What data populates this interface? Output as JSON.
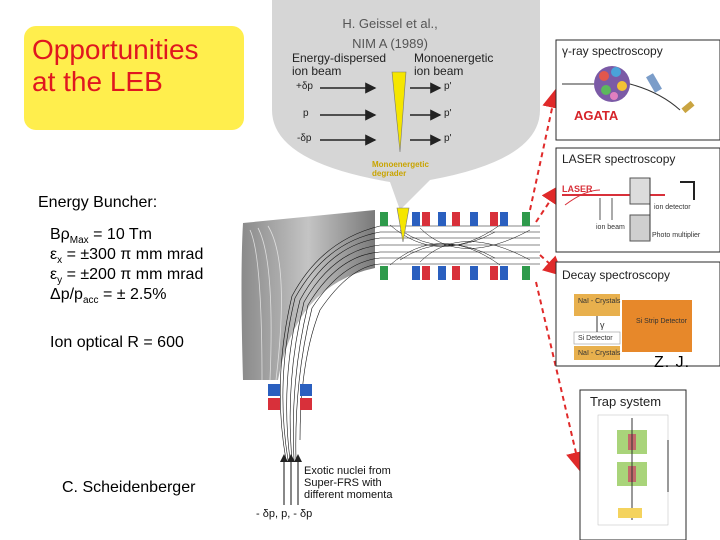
{
  "title": {
    "line1": "Opportunities",
    "line2": "at the LEB"
  },
  "reference": {
    "line1": "H. Geissel et al.,",
    "line2": "NIM A (1989)"
  },
  "bubble": {
    "left_heading_1": "Energy-dispersed",
    "left_heading_2": "ion beam",
    "right_heading_1": "Monoenergetic",
    "right_heading_2": "ion beam",
    "beam_plus": "+δp",
    "beam_zero": "p",
    "beam_minus": "-δp",
    "out_plus": "p'",
    "out_zero": "p'",
    "out_minus": "p'",
    "degrader_1": "Monoenergetic",
    "degrader_2": "degrader"
  },
  "buncher": {
    "heading": "Energy Buncher:",
    "params": [
      {
        "sym": "Bρ",
        "sub": "Max",
        "rest": " = 10 Tm"
      },
      {
        "sym": "ε",
        "sub": "x",
        "rest": " = ±300 π mm mrad"
      },
      {
        "sym": "ε",
        "sub": "y",
        "rest": " = ±200 π mm mrad"
      },
      {
        "sym": "Δp/p",
        "sub": "acc",
        "rest": " = ± 2.5%"
      }
    ],
    "resolution": "Ion optical R = 600"
  },
  "incoming": {
    "line1": "Exotic nuclei from",
    "line2": "Super-FRS with",
    "line3": "different momenta",
    "momenta": "- δp, p, - δp"
  },
  "credit": "C. Scheidenberger",
  "initials": "Z. J.",
  "panels": {
    "gamma": {
      "title": "γ-ray  spectroscopy",
      "agata": "AGATA"
    },
    "laser": {
      "title": "LASER spectroscopy",
      "tag": "LASER",
      "ion_detector": "ion detector",
      "ion_beam": "ion beam",
      "photomultiplier": "Photo multiplier"
    },
    "decay": {
      "title": "Decay  spectroscopy",
      "nai": "NaI - Crystals",
      "si": "Si Detector",
      "si_strip": "Si Strip Detector",
      "gamma_label": "γ",
      "nai2": "NaI - Crystals"
    },
    "trap": {
      "title": "Trap system"
    }
  },
  "colors": {
    "title_bg": "#ffee4d",
    "title_text": "#e0171f",
    "bubble_bg": "#d6d6d6",
    "degrader": "#f5e600",
    "magnet_red": "#d8303a",
    "magnet_blue": "#2a5fbf",
    "magnet_green": "#2e9a4b",
    "arrow_red": "#e02a2a",
    "panel_border": "#2a2a2a"
  }
}
